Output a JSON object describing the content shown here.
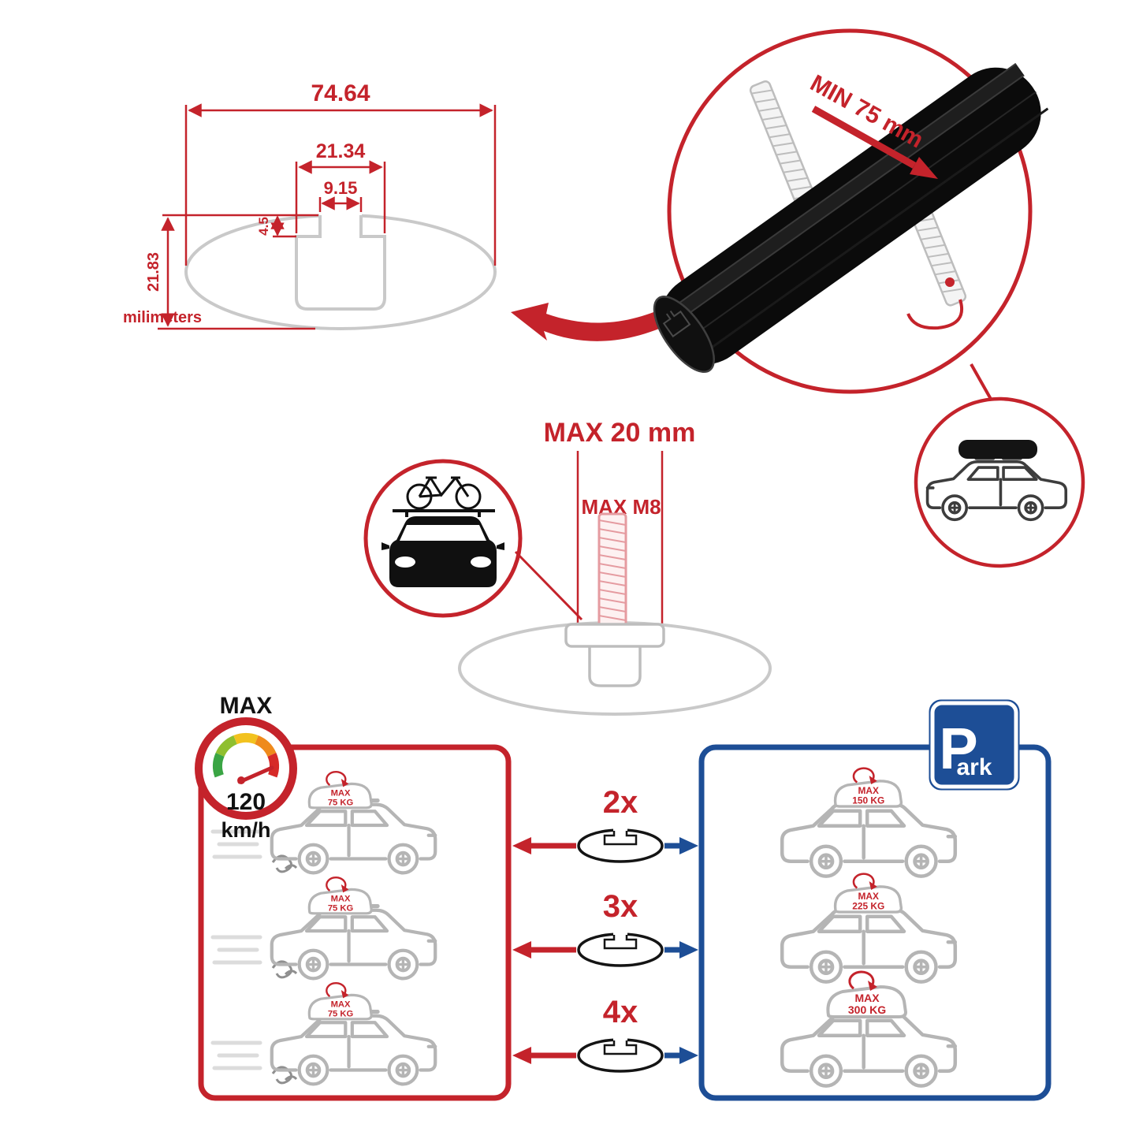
{
  "colors": {
    "red": "#c4232b",
    "blue": "#1d4e96",
    "profile_gray": "#c9c9c9",
    "car_gray": "#b5b5b5",
    "bar_black": "#0b0b0b"
  },
  "profile_drawing": {
    "total_width": "74.64",
    "channel_outer_width": "21.34",
    "slot_opening_width": "9.15",
    "slot_depth": "4.5",
    "profile_height": "21.83",
    "units_label": "milimeters"
  },
  "clamp_detail": {
    "min_grip_label": "MIN 75 mm"
  },
  "bolt_detail": {
    "max_length_label": "MAX 20 mm",
    "max_thread_label": "MAX M8"
  },
  "speed_limit": {
    "heading": "MAX",
    "value": "120",
    "unit": "km/h"
  },
  "crossbar_options": {
    "multipliers": [
      "2x",
      "3x",
      "4x"
    ]
  },
  "driving_panel": {
    "cars": [
      {
        "load_heading": "MAX",
        "load_value": "75 KG"
      },
      {
        "load_heading": "MAX",
        "load_value": "75 KG"
      },
      {
        "load_heading": "MAX",
        "load_value": "75 KG"
      }
    ]
  },
  "parking_panel": {
    "sign_p": "P",
    "sign_ark": "ark",
    "cars": [
      {
        "load_heading": "MAX",
        "load_value": "150 KG"
      },
      {
        "load_heading": "MAX",
        "load_value": "225 KG"
      },
      {
        "load_heading": "MAX",
        "load_value": "300 KG"
      }
    ]
  }
}
